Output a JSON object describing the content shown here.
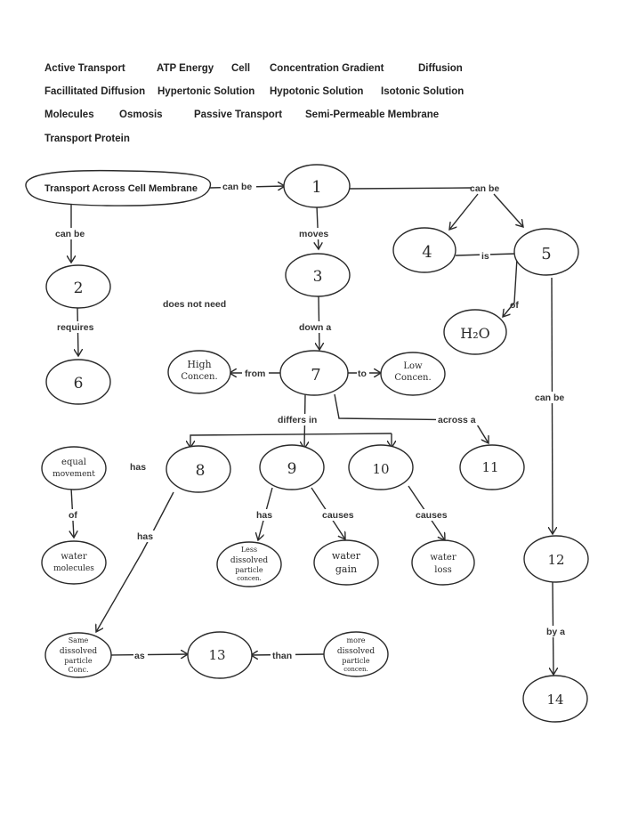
{
  "word_bank": [
    "Active Transport",
    "ATP Energy",
    "Cell",
    "Concentration Gradient",
    "Diffusion",
    "Facillitated Diffusion",
    "Hypertonic Solution",
    "Hypotonic Solution",
    "Isotonic Solution",
    "Molecules",
    "Osmosis",
    "Passive Transport",
    "Semi-Permeable Membrane",
    "Transport Protein"
  ],
  "nodes": {
    "root": "Transport Across Cell Membrane",
    "n1": "1",
    "n2": "2",
    "n3": "3",
    "n4": "4",
    "n5": "5",
    "n6": "6",
    "n7": "7",
    "n8": "8",
    "n9": "9",
    "n10": "10",
    "n11": "11",
    "n12": "12",
    "n13": "13",
    "n14": "14",
    "h2o": "H₂O",
    "high": [
      "High",
      "Concen."
    ],
    "low": [
      "Low",
      "Concen."
    ],
    "equal": [
      "equal",
      "movement"
    ],
    "water_mol": [
      "water",
      "molecules"
    ],
    "less": [
      "Less",
      "dissolved",
      "particle",
      "concen."
    ],
    "gain": [
      "water",
      "gain"
    ],
    "loss": [
      "water",
      "loss"
    ],
    "same": [
      "Same",
      "dissolved",
      "particle",
      "Conc."
    ],
    "more": [
      "more",
      "dissolved",
      "particle",
      "concen."
    ]
  },
  "labels": {
    "root_n1": "can be",
    "root_n2": "can be",
    "n1_n3": "moves",
    "n1_split": "can be",
    "n4_n5": "is",
    "n5_h2o": "of",
    "n2_n6": "requires",
    "does_not_need": "does not need",
    "n3_n7": "down a",
    "n7_high": "from",
    "n7_low": "to",
    "n7_diff": "differs in",
    "n7_n11": "across a",
    "n5_n12": "can be",
    "equal_has": "has",
    "equal_of": "of",
    "n8_has": "has",
    "n9_has": "has",
    "n9_causes": "causes",
    "n10_causes": "causes",
    "same_as": "as",
    "more_than": "than",
    "n12_n14": "by a"
  }
}
